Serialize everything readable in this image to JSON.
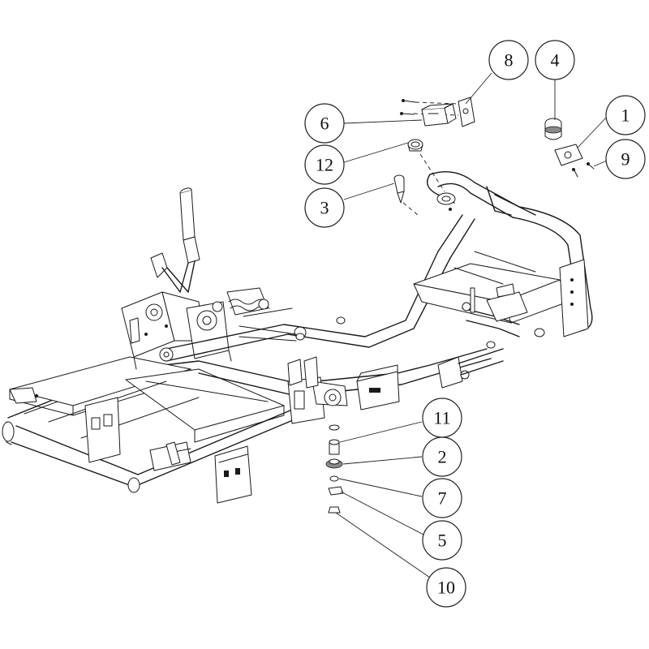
{
  "diagram": {
    "callouts": [
      {
        "id": "c8",
        "label": "8"
      },
      {
        "id": "c4",
        "label": "4"
      },
      {
        "id": "c1",
        "label": "1"
      },
      {
        "id": "c6",
        "label": "6"
      },
      {
        "id": "c9",
        "label": "9"
      },
      {
        "id": "c12",
        "label": "12"
      },
      {
        "id": "c3",
        "label": "3"
      },
      {
        "id": "c11",
        "label": "11"
      },
      {
        "id": "c2",
        "label": "2"
      },
      {
        "id": "c7",
        "label": "7"
      },
      {
        "id": "c5",
        "label": "5"
      },
      {
        "id": "c10",
        "label": "10"
      }
    ]
  }
}
